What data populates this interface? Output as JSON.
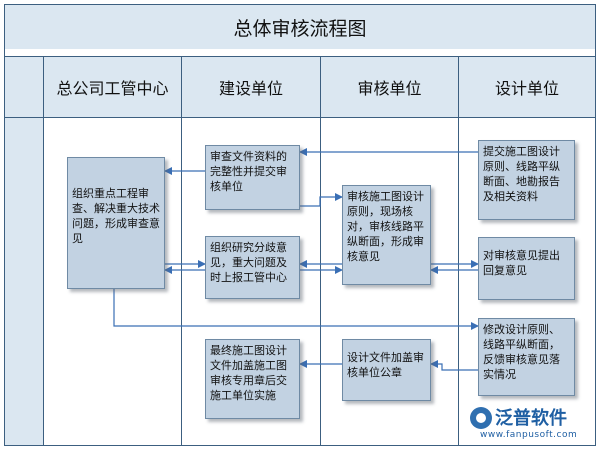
{
  "title": "总体审核流程图",
  "lanes": [
    "总公司工管中心",
    "建设单位",
    "审核单位",
    "设计单位"
  ],
  "boxes": {
    "hq_review": "组织重点工程审查、解决重大技术问题，形成审查意见",
    "construction_check": "审查文件资料的完整性并提交审核单位",
    "construction_organize": "组织研究分歧意见，重大问题及时上报工管中心",
    "construction_final": "最终施工图设计文件加盖施工图审核专用章后交施工单位实施",
    "audit_review": "审核施工图设计原则，现场核对，审核线路平纵断面，形成审核意见",
    "audit_stamp": "设计文件加盖审核单位公章",
    "design_submit": "提交施工图设计原则、线路平纵断面、地勘报告及相关资料",
    "design_reply": "对审核意见提出回复意见",
    "design_revise": "修改设计原则、线路平纵断面，反馈审核意见落实情况"
  },
  "logo": {
    "name": "泛普软件",
    "url": "www.fanpusoft.com"
  },
  "colors": {
    "box_fill": "#c2d2e2",
    "header_fill": "#dbe7f1",
    "line": "#3c5f80",
    "arrow": "#3a6fb5",
    "logo": "#1f5fa3"
  }
}
